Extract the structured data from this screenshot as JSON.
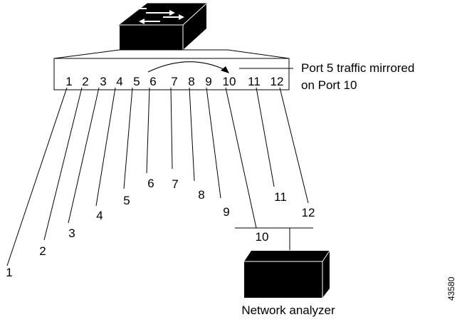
{
  "diagram": {
    "switch_ports": [
      "1",
      "2",
      "3",
      "4",
      "5",
      "6",
      "7",
      "8",
      "9",
      "10",
      "11",
      "12"
    ],
    "cable_labels": [
      "1",
      "2",
      "3",
      "4",
      "5",
      "6",
      "7",
      "8",
      "9",
      "10",
      "11",
      "12"
    ],
    "annotation_line1": "Port 5 traffic mirrored",
    "annotation_line2": "on Port 10",
    "analyzer_label": "Network analyzer",
    "figure_id": "43580",
    "mirror_source_port": 5,
    "mirror_destination_port": 10
  },
  "colors": {
    "line": "#000000",
    "device_fill": "#000000",
    "icon_arrows": "#ffffff",
    "background": "#ffffff"
  }
}
